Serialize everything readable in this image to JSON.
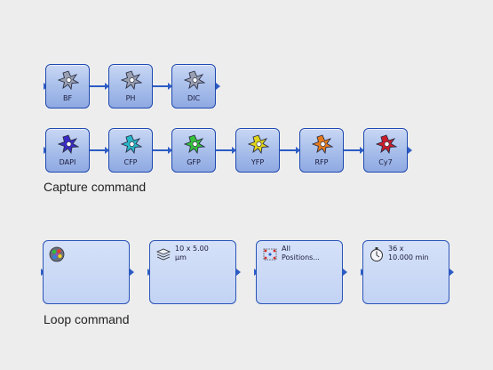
{
  "capture": {
    "row1": [
      {
        "label": "BF",
        "color": "#9aa0b2"
      },
      {
        "label": "PH",
        "color": "#9aa0b2"
      },
      {
        "label": "DIC",
        "color": "#9aa0b2"
      }
    ],
    "row2": [
      {
        "label": "DAPI",
        "color": "#3a2ac8"
      },
      {
        "label": "CFP",
        "color": "#27b8c8"
      },
      {
        "label": "GFP",
        "color": "#36c23a"
      },
      {
        "label": "YFP",
        "color": "#e0d41c"
      },
      {
        "label": "RFP",
        "color": "#e67a1c"
      },
      {
        "label": "Cy7",
        "color": "#cc1c2a"
      }
    ],
    "caption": "Capture command"
  },
  "loop": {
    "items": [
      {
        "icon": "palette-icon",
        "text": ""
      },
      {
        "icon": "z-stack-icon",
        "text": "10 x 5.00\nµm"
      },
      {
        "icon": "positions-icon",
        "text": "All\nPositions..."
      },
      {
        "icon": "stopwatch-icon",
        "text": "36 x\n10.000 min"
      }
    ],
    "caption": "Loop command"
  }
}
